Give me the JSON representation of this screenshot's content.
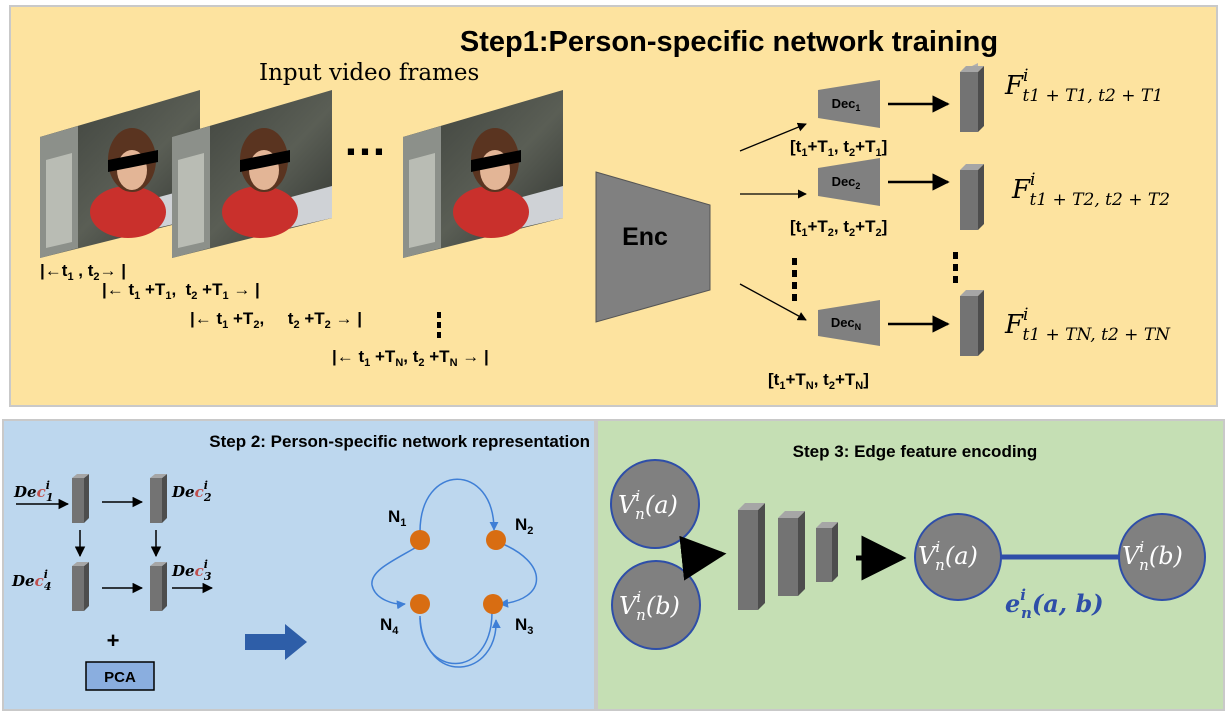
{
  "step1": {
    "title": "Step1:Person-specific network training",
    "input_label": "Input video frames",
    "ellipsis": "…",
    "encoder_label": "Enc",
    "windows": [
      {
        "pre": "|←",
        "a": "t",
        "as": "1",
        "mid": " , ",
        "b": "t",
        "bs": "2",
        "post": "→ |"
      },
      {
        "pre": "|← ",
        "a": "t",
        "as": "1",
        "mid1": " +T",
        "ms": "1",
        "mid2": ",  ",
        "b": "t",
        "bs": "2",
        "mid3": " +T",
        "ns": "1",
        "post": " → |"
      },
      {
        "pre": "|← ",
        "a": "t",
        "as": "1",
        "mid1": " +T",
        "ms": "2",
        "mid2": ",     ",
        "b": "t",
        "bs": "2",
        "mid3": " +T",
        "ns": "2",
        "post": " → |"
      },
      {
        "pre": "|← ",
        "a": "t",
        "as": "1",
        "mid1": " +T",
        "ms": "N",
        "mid2": ", ",
        "b": "t",
        "bs": "2",
        "mid3": " +T",
        "ns": "N",
        "post": " → |"
      }
    ],
    "decoders": [
      {
        "label": "Dec",
        "sub": "1",
        "range": [
          "t",
          "1",
          "+T",
          "1",
          ", t",
          "2",
          "+T",
          "1"
        ],
        "out_sub_a": "t1 + T1, t2 + ",
        "out_sub_b": "T1"
      },
      {
        "label": "Dec",
        "sub": "2",
        "range": [
          "t",
          "1",
          "+T",
          "2",
          ", t",
          "2",
          "+T",
          "2"
        ],
        "out_sub_a": "t1 + T2, t2 + ",
        "out_sub_b": "T2"
      },
      {
        "label": "Dec",
        "sub": "N",
        "range": [
          "t",
          "1",
          "+T",
          "N",
          ", t",
          "2",
          "+T",
          "N"
        ],
        "out_sub_a": "t1 + TN, t2 + ",
        "out_sub_b": "TN"
      }
    ],
    "output_symbol": "F",
    "output_sup": "i"
  },
  "step2": {
    "title": "Step 2: Person-specific network representation",
    "dec_labels": [
      {
        "pre": "De",
        "c": "c",
        "sup": "i",
        "sub": "1"
      },
      {
        "pre": "De",
        "c": "c",
        "sup": "i",
        "sub": "2"
      },
      {
        "pre": "De",
        "c": "c",
        "sup": "i",
        "sub": "4"
      },
      {
        "pre": "De",
        "c": "c",
        "sup": "i",
        "sub": "3"
      }
    ],
    "plus": "+",
    "pca_label": "PCA",
    "nodes": [
      {
        "label": "N",
        "sub": "1"
      },
      {
        "label": "N",
        "sub": "2"
      },
      {
        "label": "N",
        "sub": "4"
      },
      {
        "label": "N",
        "sub": "3"
      }
    ]
  },
  "step3": {
    "title": "Step 3: Edge feature encoding",
    "inputs": [
      {
        "v": "V",
        "sup": "i",
        "sub": "n",
        "arg": "(a)"
      },
      {
        "v": "V",
        "sup": "i",
        "sub": "n",
        "arg": "(b)"
      }
    ],
    "outputs": [
      {
        "v": "V",
        "sup": "i",
        "sub": "n",
        "arg": "(a)"
      },
      {
        "v": "V",
        "sup": "i",
        "sub": "n",
        "arg": "(b)"
      }
    ],
    "edge": {
      "e": "e",
      "sup": "i",
      "sub": "n",
      "arg": "(a, b)"
    }
  },
  "colors": {
    "step1_bg": "#fde39f",
    "step2_bg": "#bdd7ee",
    "step3_bg": "#c5dfb4",
    "block_gray": "#808080",
    "node_orange": "#d86d12",
    "curve_blue": "#3f7fd6",
    "edge_blue": "#2e4ea8",
    "pca_box": "#8aaedf",
    "arrow_blue": "#2e5ea8",
    "sup_red": "#c0504d"
  }
}
